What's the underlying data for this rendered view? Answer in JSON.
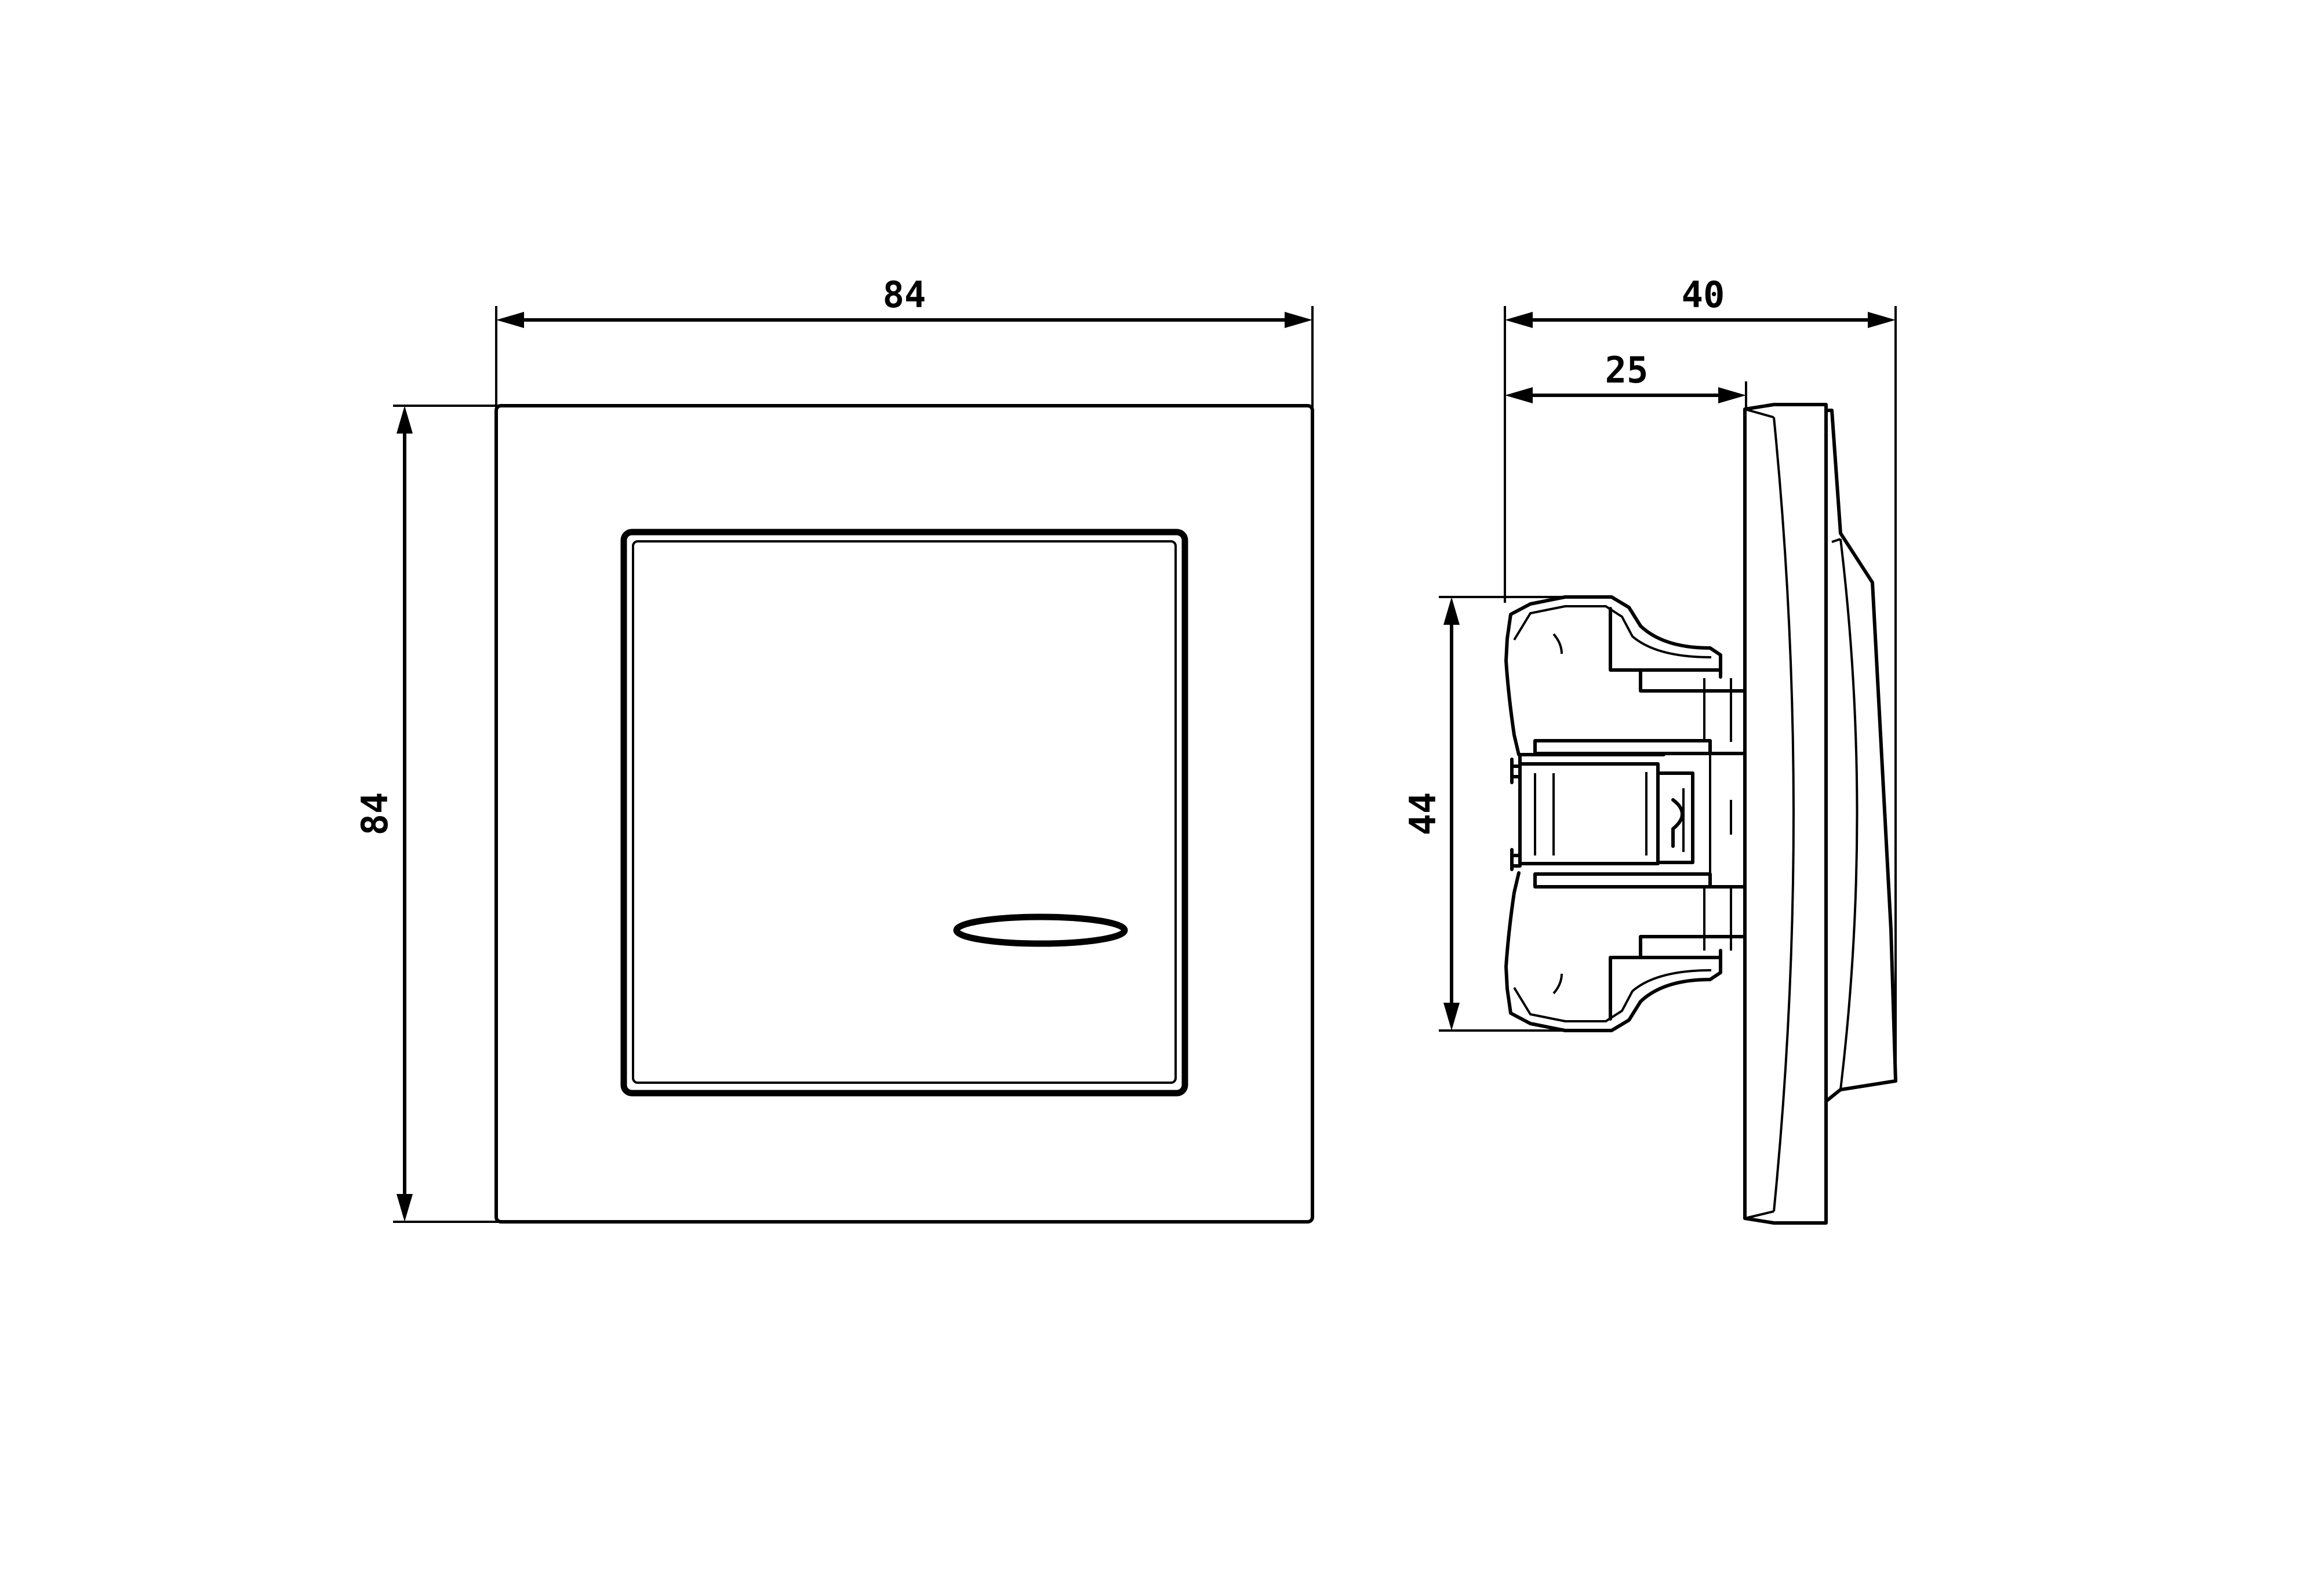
{
  "dimensions": {
    "front_width": "84",
    "front_height": "84",
    "side_total_depth": "40",
    "side_mount_depth": "25",
    "side_mechanism_height": "44"
  },
  "colors": {
    "line": "#000000",
    "background": "#ffffff"
  }
}
